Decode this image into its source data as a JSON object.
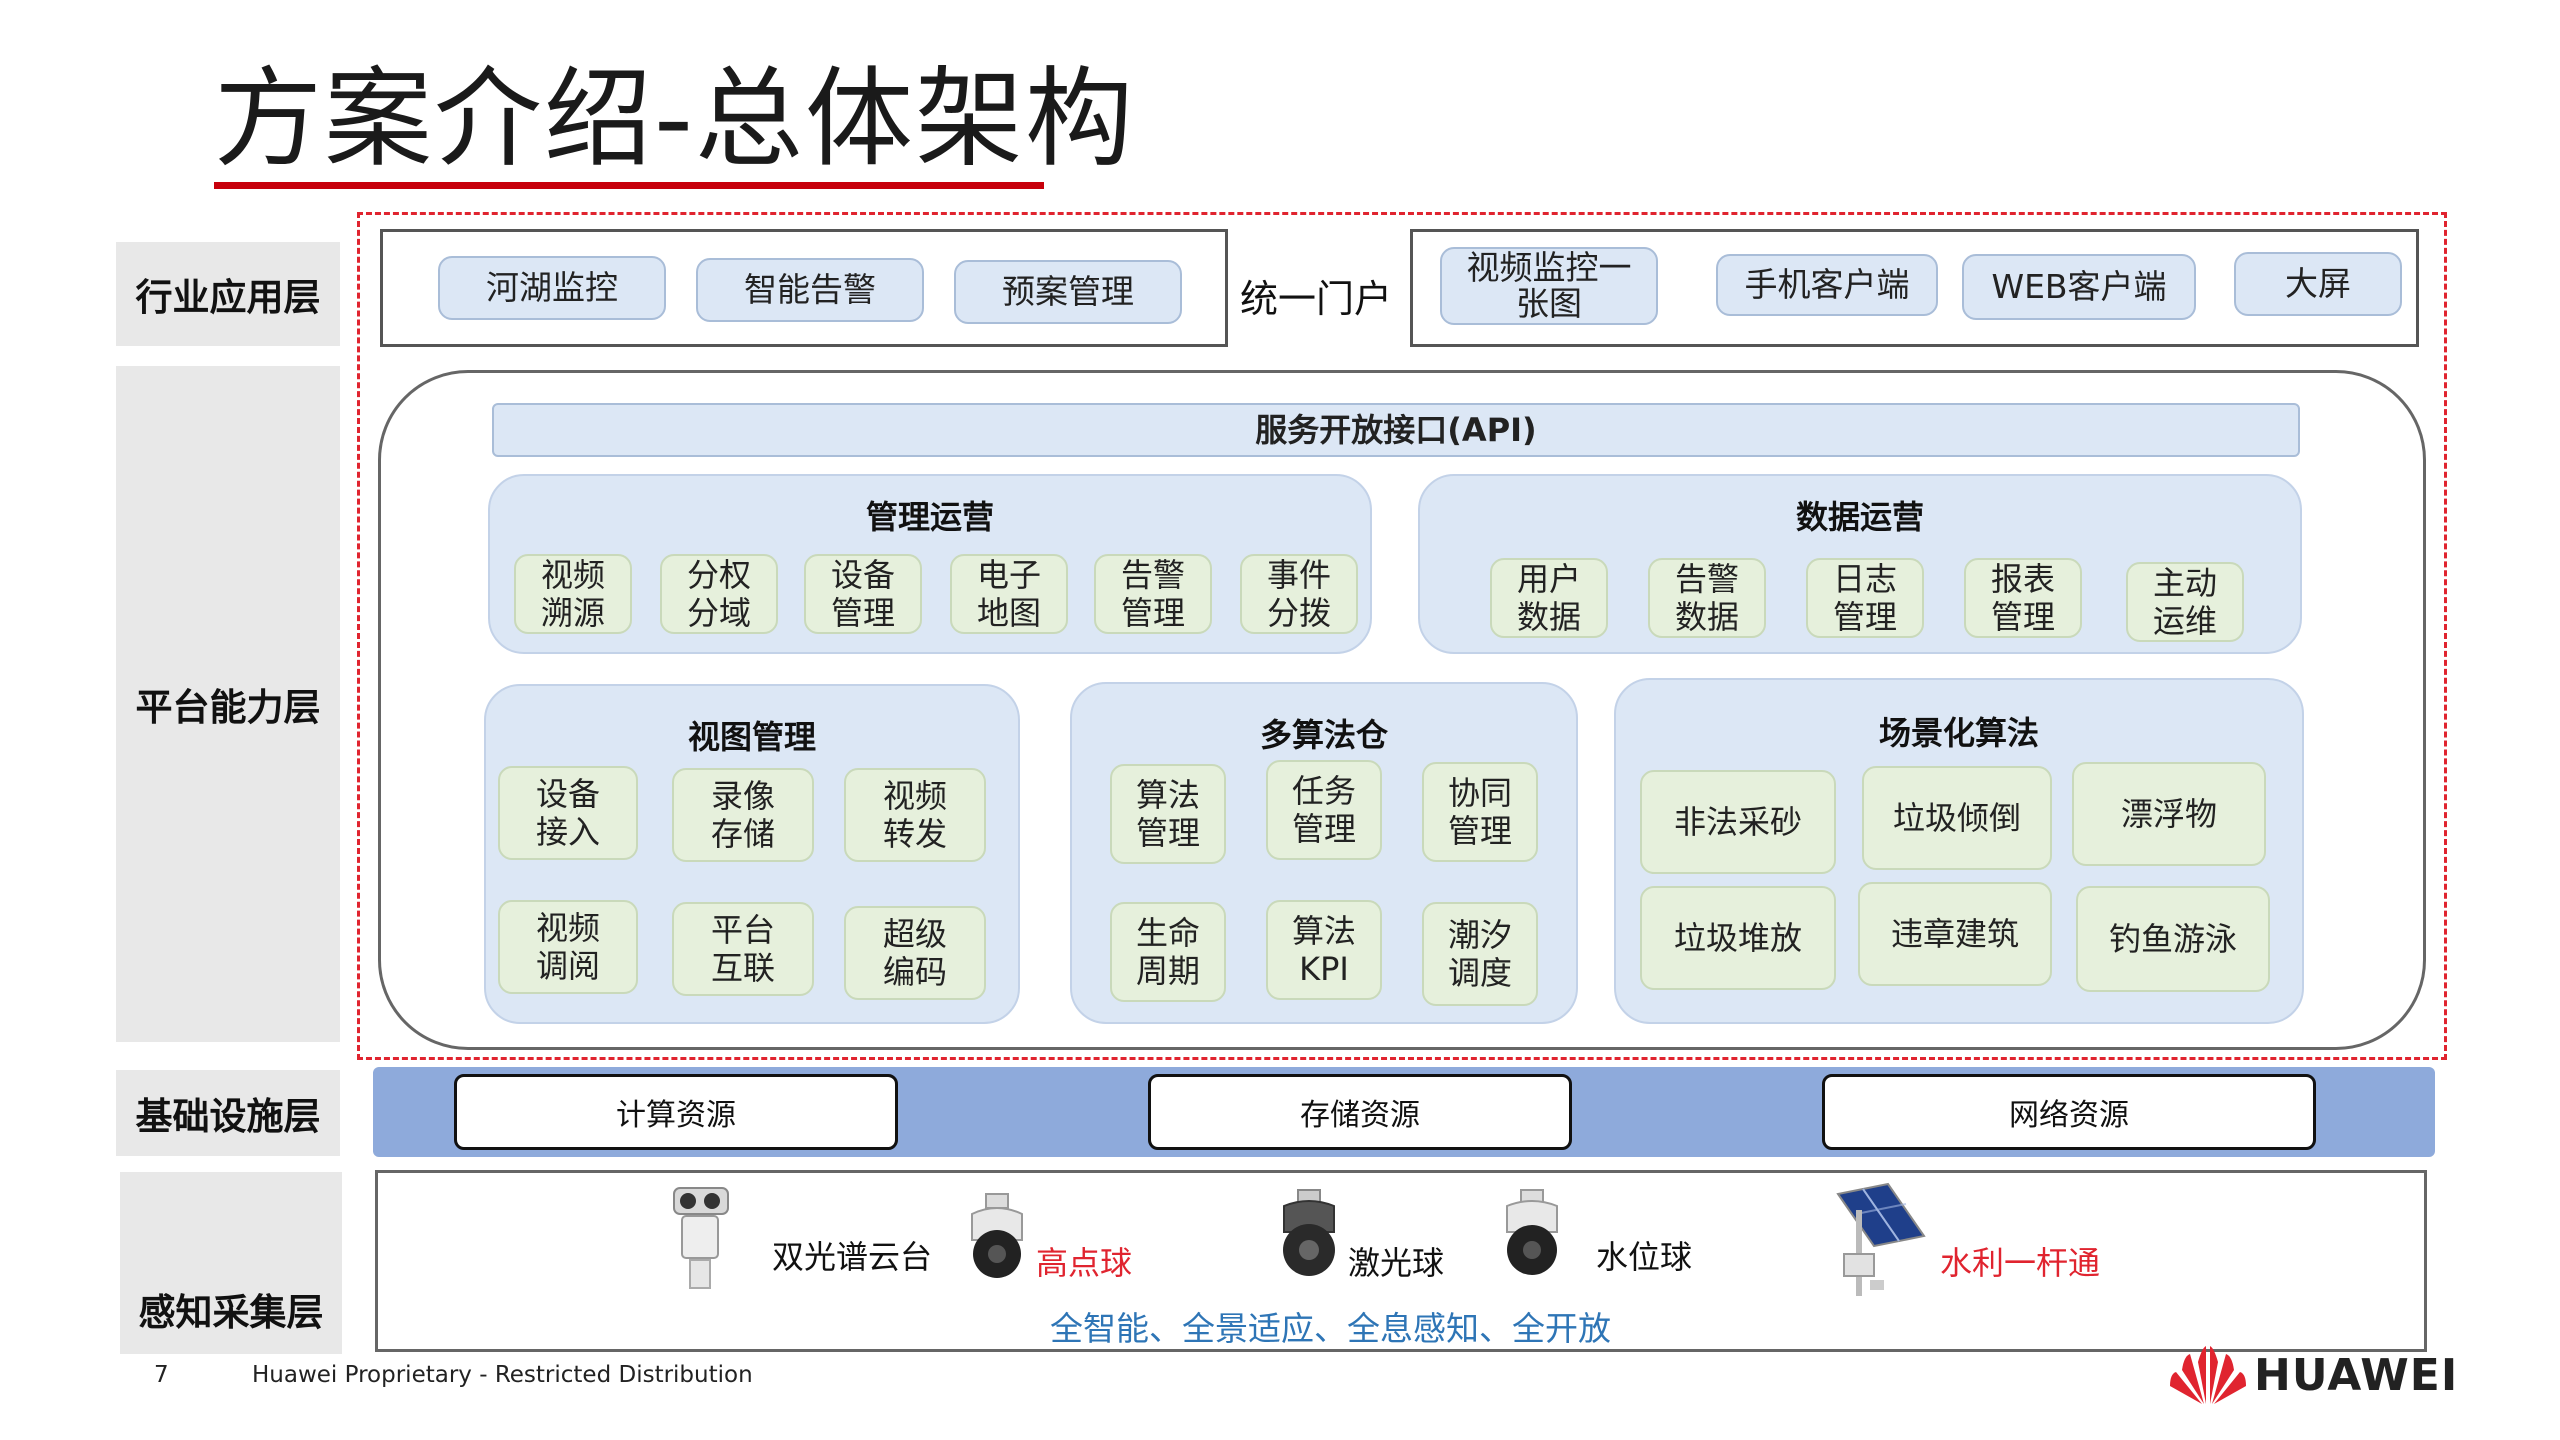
{
  "title": "方案介绍-总体架构",
  "layers": {
    "app": "行业应用层",
    "platform": "平台能力层",
    "infra": "基础设施层",
    "sensing": "感知采集层"
  },
  "app": {
    "left_items": [
      "河湖监控",
      "智能告警",
      "预案管理"
    ],
    "portal": "统一门户",
    "right_items": [
      "视频监控一\n张图",
      "手机客户端",
      "WEB客户端",
      "大屏"
    ]
  },
  "api": "服务开放接口(API)",
  "mgmt_ops": {
    "title": "管理运营",
    "items": [
      "视频\n溯源",
      "分权\n分域",
      "设备\n管理",
      "电子\n地图",
      "告警\n管理",
      "事件\n分拨"
    ]
  },
  "data_ops": {
    "title": "数据运营",
    "items": [
      "用户\n数据",
      "告警\n数据",
      "日志\n管理",
      "报表\n管理",
      "主动\n运维"
    ]
  },
  "view_mgmt": {
    "title": "视图管理",
    "items": [
      "设备\n接入",
      "录像\n存储",
      "视频\n转发",
      "视频\n调阅",
      "平台\n互联",
      "超级\n编码"
    ]
  },
  "algo_store": {
    "title": "多算法仓",
    "items": [
      "算法\n管理",
      "任务\n管理",
      "协同\n管理",
      "生命\n周期",
      "算法\nKPI",
      "潮汐\n调度"
    ]
  },
  "scene_algo": {
    "title": "场景化算法",
    "items": [
      "非法采砂",
      "垃圾倾倒",
      "漂浮物",
      "垃圾堆放",
      "违章建筑",
      "钓鱼游泳"
    ]
  },
  "infra": [
    "计算资源",
    "存储资源",
    "网络资源"
  ],
  "devices": {
    "d1": "双光谱云台",
    "d2": "高点球",
    "d3": "激光球",
    "d4": "水位球",
    "d5": "水利一杆通",
    "slogan": "全智能、全景适应、全息感知、全开放"
  },
  "footer": {
    "page": "7",
    "text": "Huawei Proprietary - Restricted Distribution",
    "brand": "HUAWEI"
  },
  "colors": {
    "accent_red": "#c7000b",
    "dash_red": "#e0242f",
    "panel_blue": "#dce7f5",
    "green_box": "#e6f0dc",
    "infra_blue": "#8eaadb",
    "slogan_blue": "#2e75b6"
  }
}
